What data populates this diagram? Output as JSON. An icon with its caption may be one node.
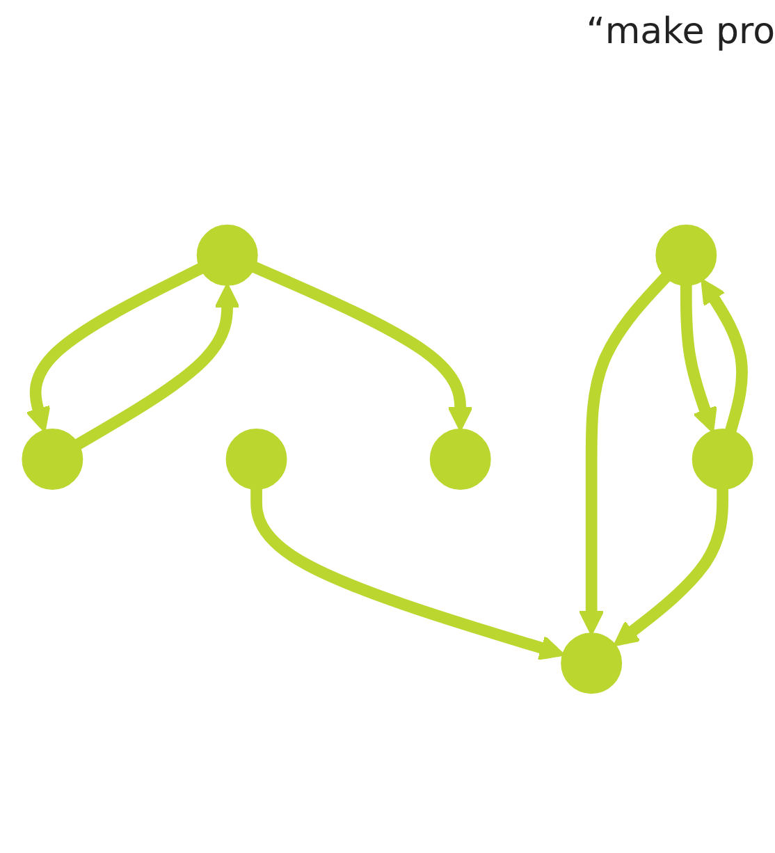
{
  "diagram": {
    "nodes": [
      {
        "text": [],
        "shape": "circle"
      },
      {
        "text": [],
        "shape": "circle"
      },
      {
        "text": [],
        "shape": "circle"
      },
      {
        "text": [],
        "shape": "circle"
      },
      {
        "text": [],
        "shape": "circle"
      },
      {
        "text": [],
        "shape": "circle"
      },
      {
        "text": [],
        "shape": "circle"
      }
    ],
    "edges": [
      {
        "from": 0,
        "to": 1,
        "arrow": "to"
      },
      {
        "from": 1,
        "to": 0,
        "arrow": "to"
      },
      {
        "from": 0,
        "to": 5,
        "arrow": "to"
      },
      {
        "from": 2,
        "to": 4,
        "arrow": "to"
      },
      {
        "from": 3,
        "to": 4,
        "arrow": "to"
      },
      {
        "from": 3,
        "to": 6,
        "arrow": "to"
      },
      {
        "from": 6,
        "to": 4,
        "arrow": "to"
      },
      {
        "from": 6,
        "to": 3,
        "arrow": "to"
      }
    ],
    "labels": [
      "“make pro"
    ]
  }
}
